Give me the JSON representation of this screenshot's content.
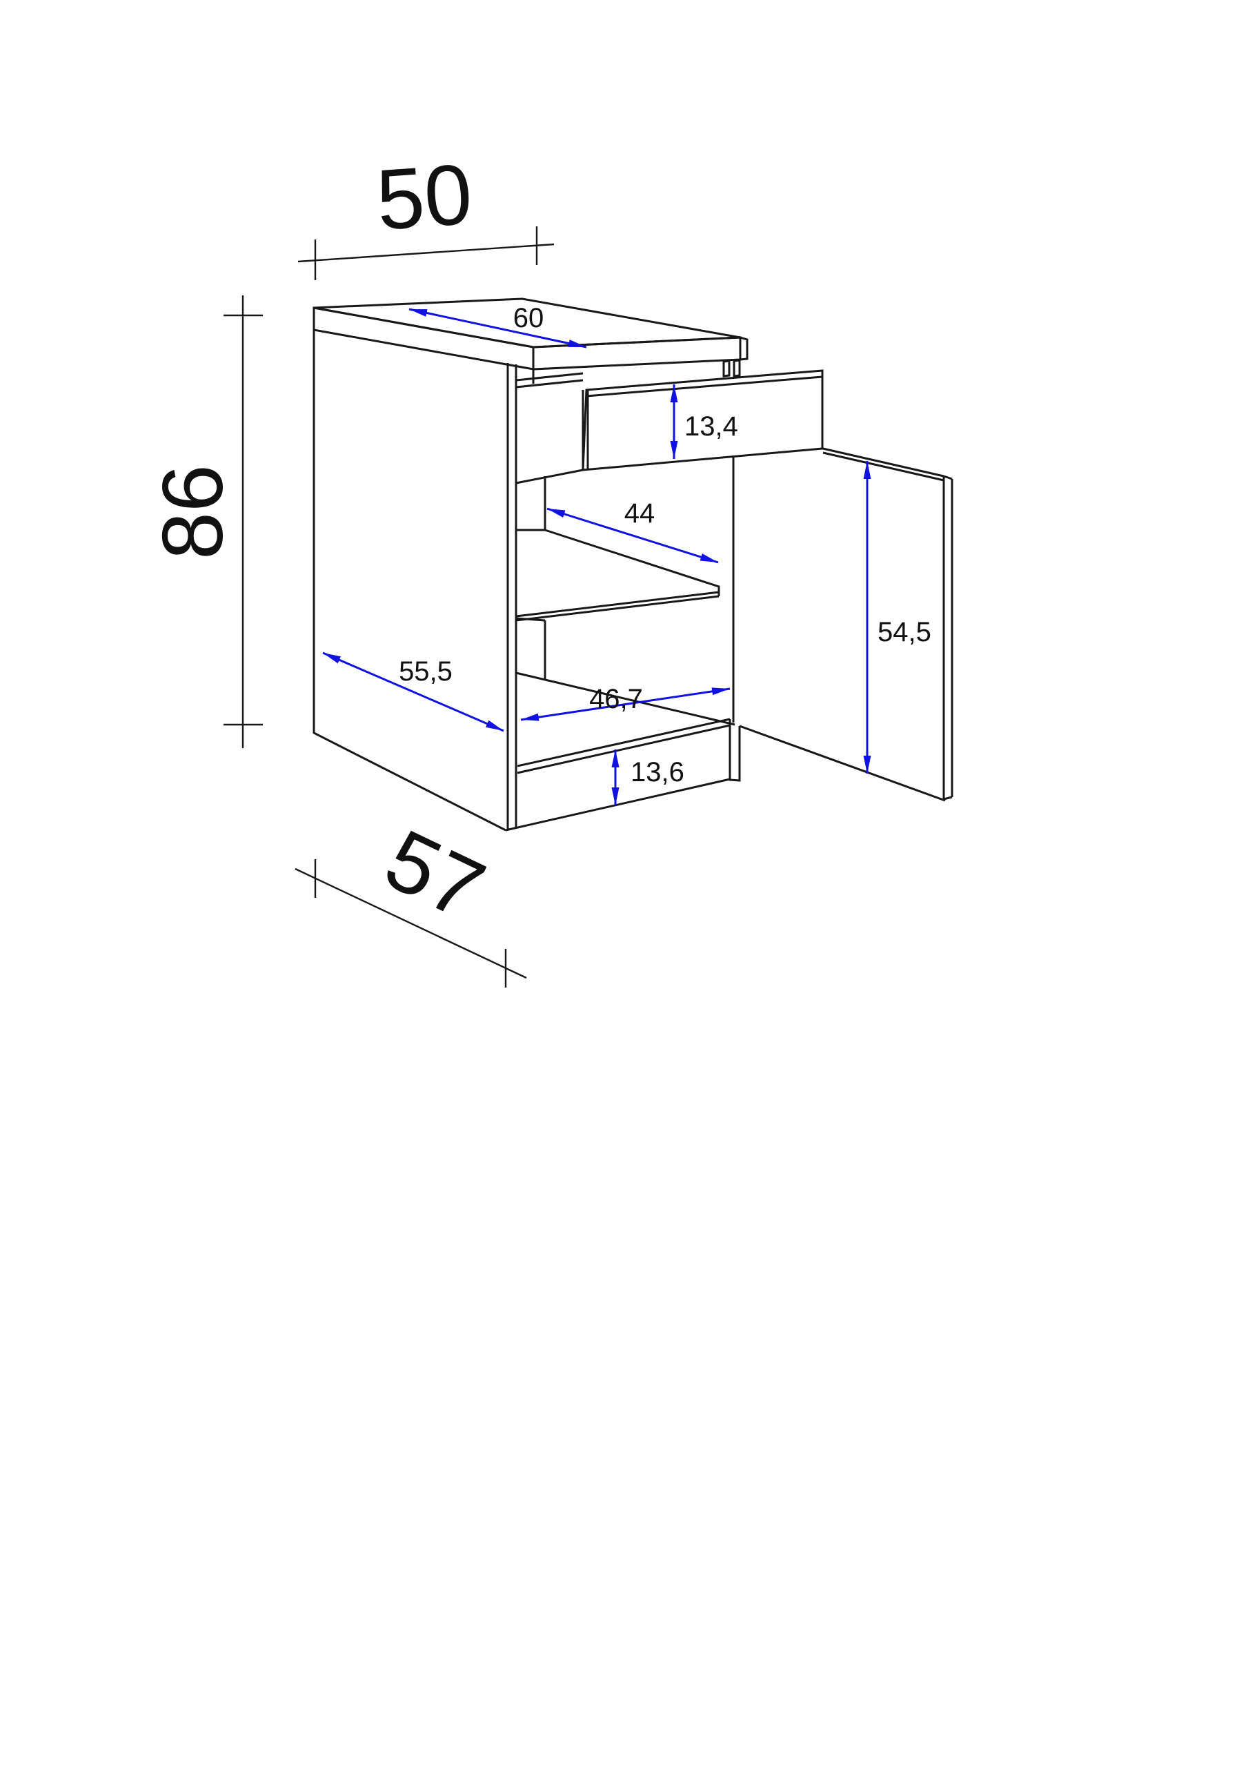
{
  "page": {
    "background": "#ffffff",
    "description": "Technical dimension drawing of a kitchen base cabinet with pulled-out drawer and open door"
  },
  "drawing": {
    "line_color": "#181818",
    "dimension_color": "#1111e0",
    "labels": {
      "overall_width": "50",
      "overall_height": "86",
      "overall_depth": "57",
      "worktop_depth": "60",
      "drawer_front_height": "13,4",
      "interior_width": "44",
      "door_height": "54,5",
      "side_panel_depth": "55,5",
      "interior_bottom_width": "46,7",
      "plinth_height": "13,6"
    }
  }
}
